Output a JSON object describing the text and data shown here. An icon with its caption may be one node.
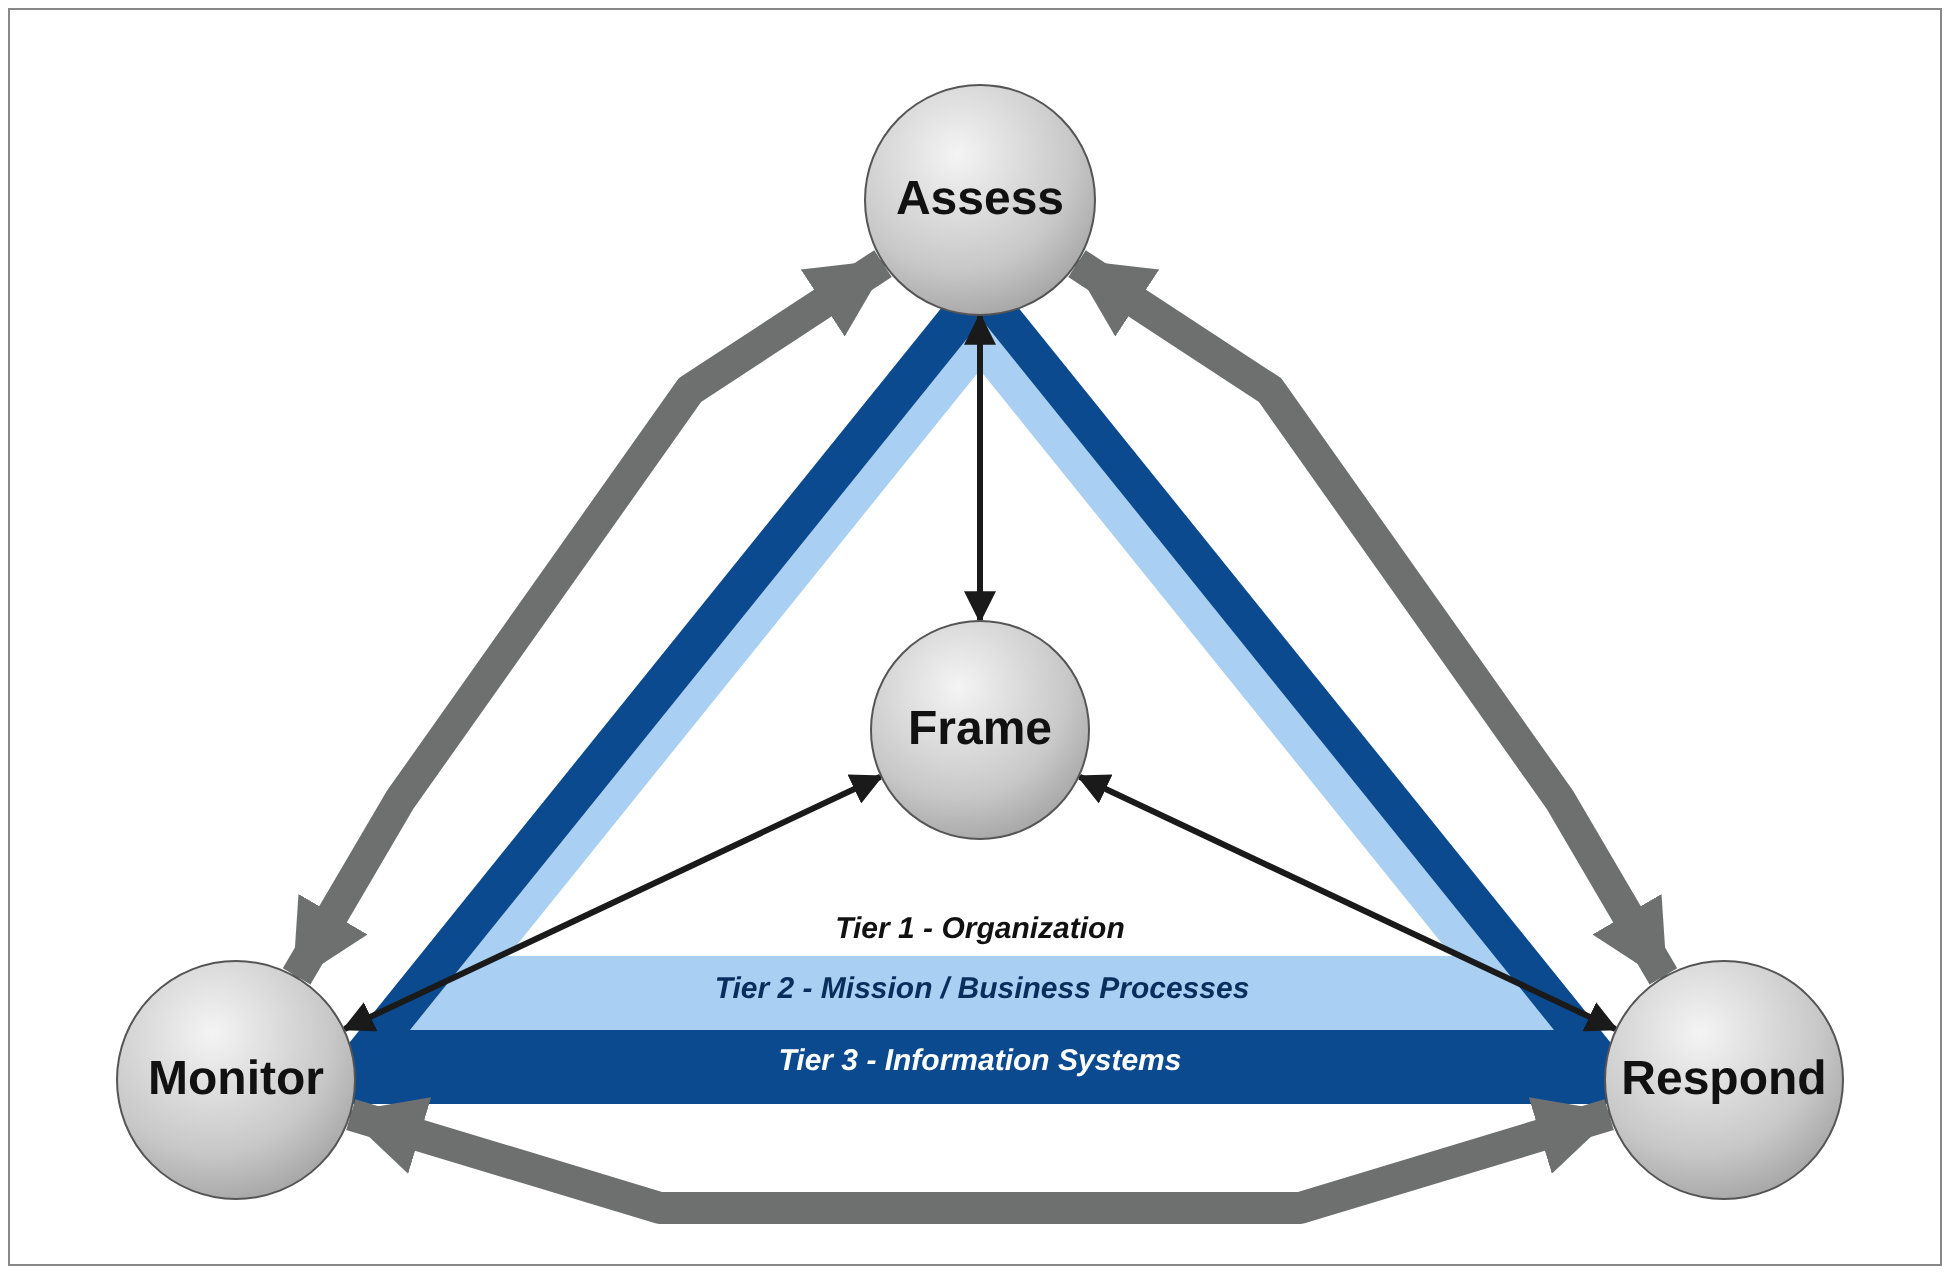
{
  "diagram": {
    "nodes": [
      {
        "text": [
          "Assess"
        ]
      },
      {
        "text": [
          "Tier 3 - Information Systems"
        ]
      },
      {
        "text": [
          "Tier 2 - Mission / Business Processes"
        ],
        "in": 1
      },
      {
        "text": [
          "Tier 1 - Organization"
        ],
        "in": 2
      },
      {
        "text": [
          "Frame"
        ],
        "in": 3
      },
      {
        "text": [
          "Monitor"
        ]
      },
      {
        "text": [
          "Respond"
        ]
      }
    ],
    "edges": [
      {
        "from": 5,
        "to": 0,
        "arrow": "both",
        "style": "thick",
        "color": "#6e7070"
      },
      {
        "from": 0,
        "to": 6,
        "arrow": "both",
        "style": "thick",
        "color": "#6e7070"
      },
      {
        "from": 5,
        "to": 6,
        "arrow": "both",
        "style": "thick",
        "color": "#6e7070"
      },
      {
        "from": 4,
        "to": 0,
        "arrow": "both"
      },
      {
        "from": 4,
        "to": 5,
        "arrow": "both"
      },
      {
        "from": 4,
        "to": 6,
        "arrow": "both"
      }
    ]
  }
}
